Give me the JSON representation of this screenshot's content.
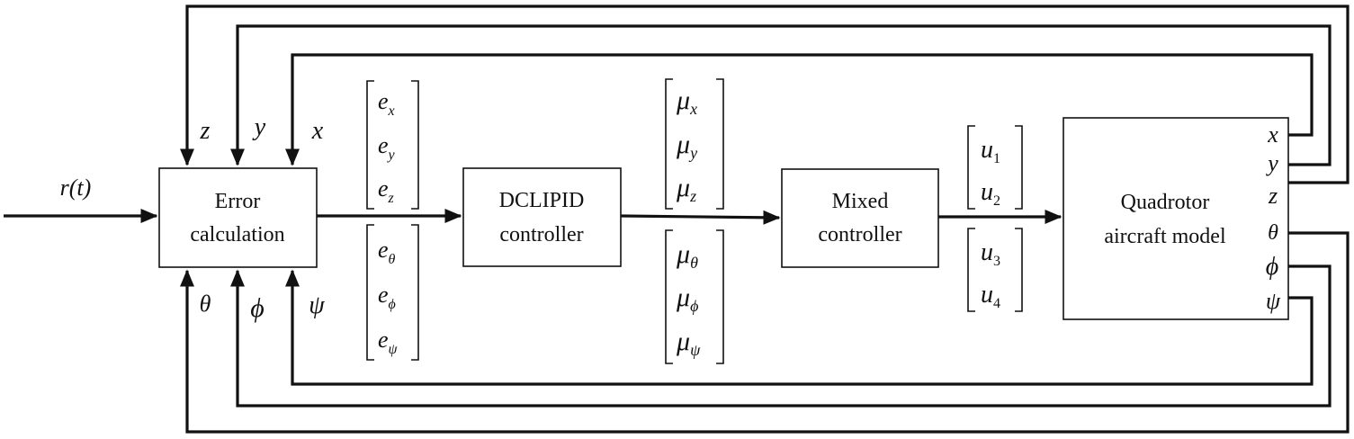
{
  "input": {
    "label": "r(t)"
  },
  "blocks": {
    "error": {
      "line1": "Error",
      "line2": "calculation"
    },
    "dclipid": {
      "line1": "DCLIPID",
      "line2": "controller"
    },
    "mixed": {
      "line1": "Mixed",
      "line2": "controller"
    },
    "plant": {
      "line1": "Quadrotor",
      "line2": "aircraft model"
    }
  },
  "error_inputs": {
    "top": [
      "z",
      "y",
      "x"
    ],
    "bottom": [
      "θ",
      "ϕ",
      "ψ"
    ]
  },
  "plant_outputs": [
    "x",
    "y",
    "z",
    "θ",
    "ϕ",
    "ψ"
  ],
  "vectors": {
    "e_pos": {
      "base": "e",
      "subs": [
        "x",
        "y",
        "z"
      ]
    },
    "e_att": {
      "base": "e",
      "subs": [
        "θ",
        "ϕ",
        "ψ"
      ]
    },
    "mu_pos": {
      "base": "μ",
      "subs": [
        "x",
        "y",
        "z"
      ]
    },
    "mu_att": {
      "base": "μ",
      "subs": [
        "θ",
        "ϕ",
        "ψ"
      ]
    },
    "u_a": {
      "base": "u",
      "subs": [
        "1",
        "2"
      ]
    },
    "u_b": {
      "base": "u",
      "subs": [
        "3",
        "4"
      ]
    }
  }
}
